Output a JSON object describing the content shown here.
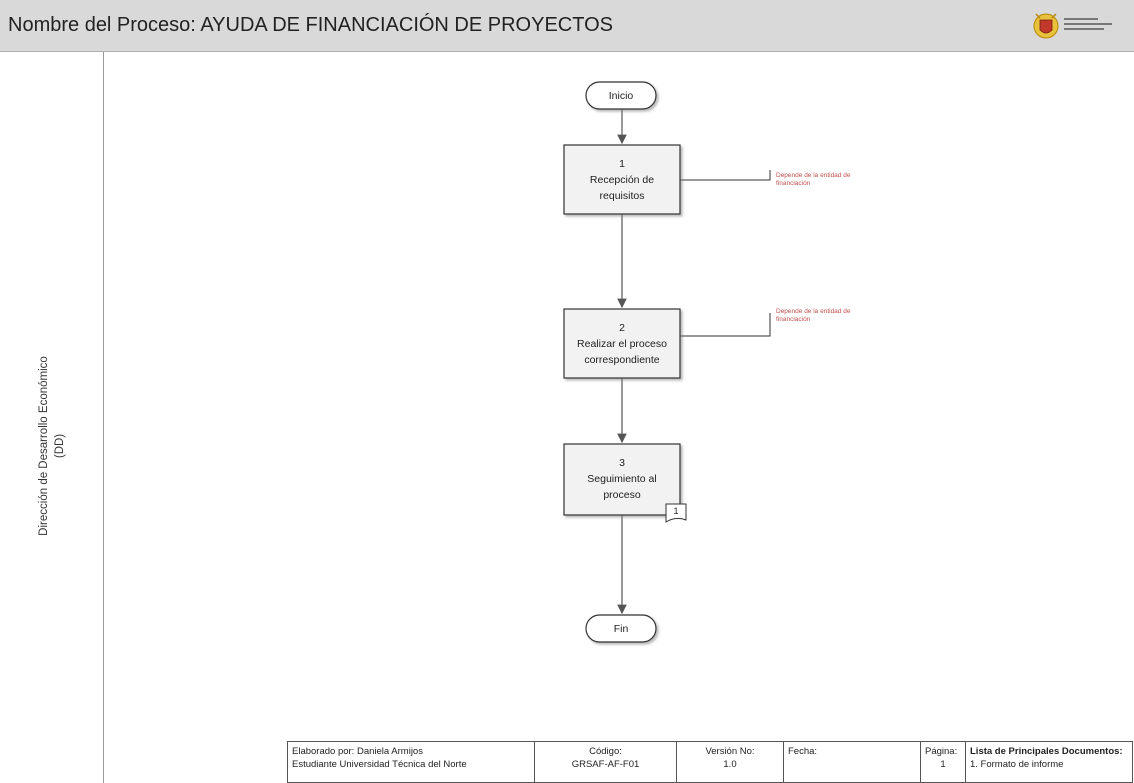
{
  "header": {
    "title": "Nombre del Proceso: AYUDA DE FINANCIACIÓN DE PROYECTOS"
  },
  "lane": {
    "label_line1": "Dirección de Desarrollo Económico",
    "label_line2": "(DD)"
  },
  "nodes": {
    "start": "Inicio",
    "end": "Fin",
    "step1": {
      "num": "1",
      "line1": "Recepción de",
      "line2": "requisitos"
    },
    "step2": {
      "num": "2",
      "line1": "Realizar el proceso",
      "line2": "correspondiente"
    },
    "step3": {
      "num": "3",
      "line1": "Seguimiento al",
      "line2": "proceso"
    },
    "doc_ref": "1"
  },
  "annotations": {
    "note1_line1": "Depende de la entidad de",
    "note1_line2": "financiación",
    "note2_line1": "Depende de la entidad de",
    "note2_line2": "financiación"
  },
  "footer": {
    "author_line1": "Elaborado por: Daniela Armijos",
    "author_line2": "Estudiante Universidad Técnica del Norte",
    "code_label": "Código:",
    "code_value": "GRSAF-AF-F01",
    "version_label": "Versión No:",
    "version_value": "1.0",
    "date_label": "Fecha:",
    "page_label": "Página:",
    "page_value": "1",
    "docs_title": "Lista de Principales Documentos:",
    "docs_item1": "1. Formato de informe"
  },
  "colors": {
    "header_bg": "#d9d9d9",
    "box_fill": "#f2f2f2",
    "annotation": "#c0504d"
  }
}
